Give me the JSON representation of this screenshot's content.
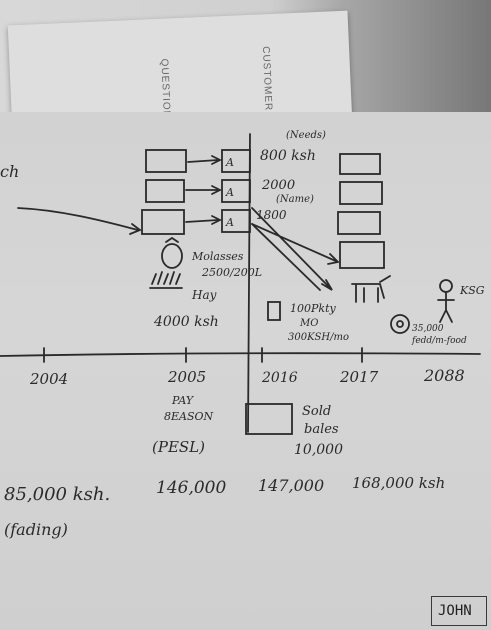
{
  "back_sheet": {
    "column_a": "QUESTIONS",
    "column_b": "CUSTOMER"
  },
  "sketch": {
    "left_word": "ch",
    "top_note": "(Needs)",
    "top_amount": "800 ksh",
    "mid_amount": "2000",
    "mid_note": "(Name)",
    "low_amount": "1800",
    "molasses_label": "Molasses",
    "molasses_amount": "2500/200L",
    "hay_label": "Hay",
    "hay_amount": "4000 ksh",
    "chemical_note": "100Pkty",
    "chemical_note2": "MO",
    "chemical_amount": "300KSH/mo",
    "far_right_price": "35,000",
    "far_right_note": "fedd/m-food",
    "far_right_label": "KSG",
    "year_1": "2004",
    "year_2": "2005",
    "year_3": "2016",
    "year_4": "2017",
    "year_5": "2088",
    "below_1": "PAY",
    "below_2": "8EASON",
    "below_3": "(PESL)",
    "sold_1": "Sold",
    "sold_2": "bales",
    "sold_3": "10,000",
    "total_1": "85,000 ksh.",
    "total_1b": "(fading)",
    "total_2": "146,000",
    "total_3": "147,000",
    "total_4": "168,000 ksh",
    "stamp": "JOHN"
  }
}
